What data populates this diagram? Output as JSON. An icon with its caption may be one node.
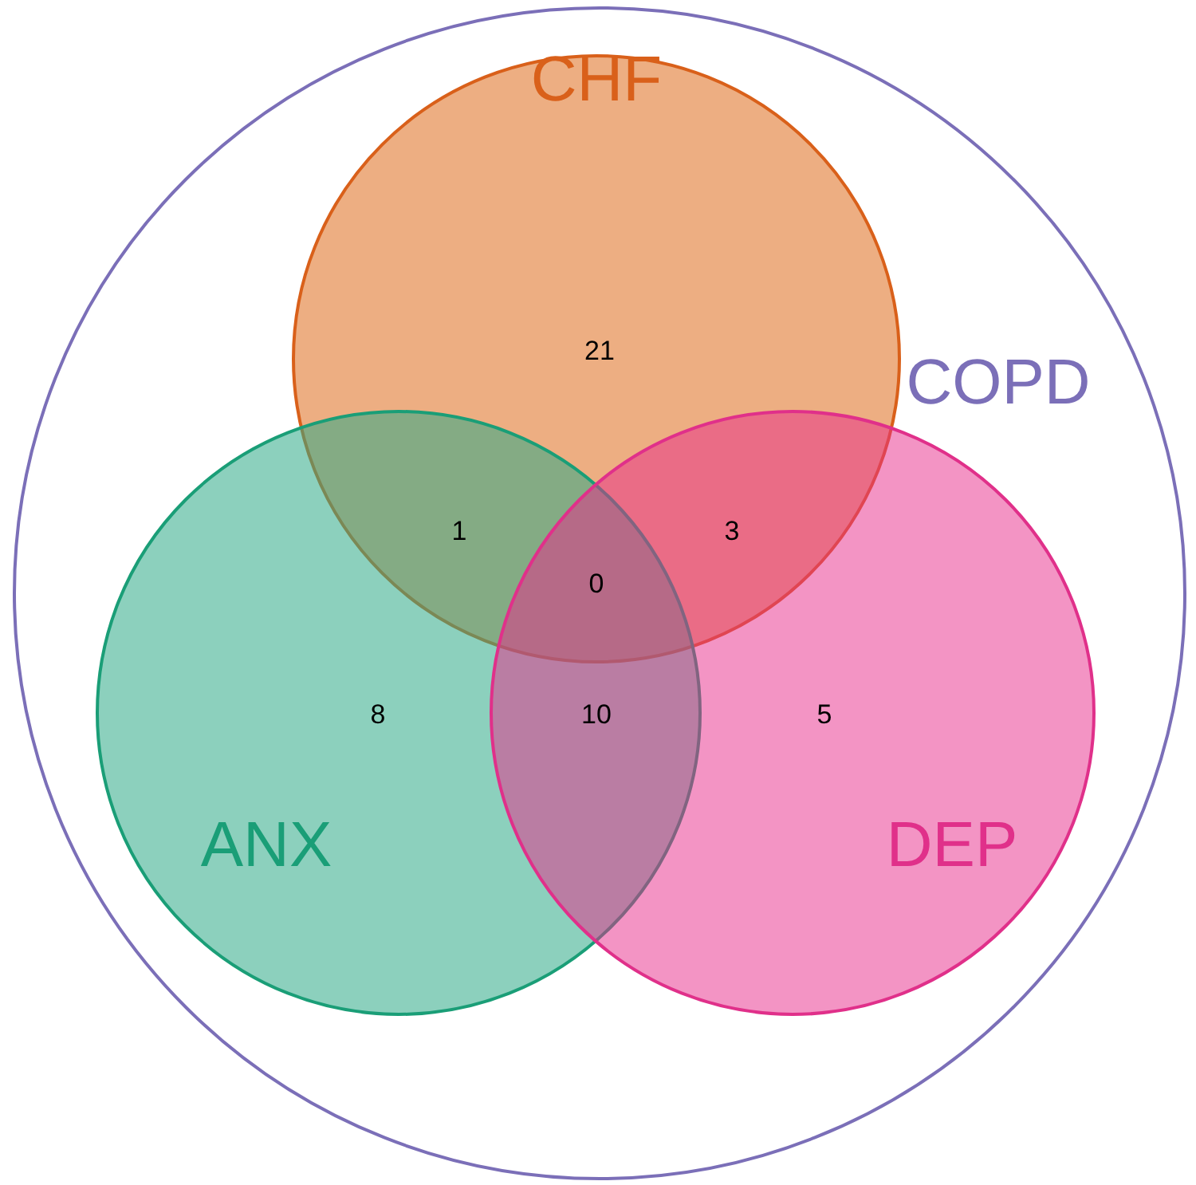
{
  "diagram": {
    "nodes": [
      {
        "text": [
          "COPD"
        ]
      },
      {
        "text": [
          "CHF"
        ],
        "in": 0
      },
      {
        "text": [
          "ANX"
        ],
        "in": 0
      },
      {
        "text": [
          "DEP"
        ],
        "in": 0
      }
    ],
    "labels": [
      "21",
      "1",
      "3",
      "0",
      "8",
      "10",
      "5"
    ]
  }
}
